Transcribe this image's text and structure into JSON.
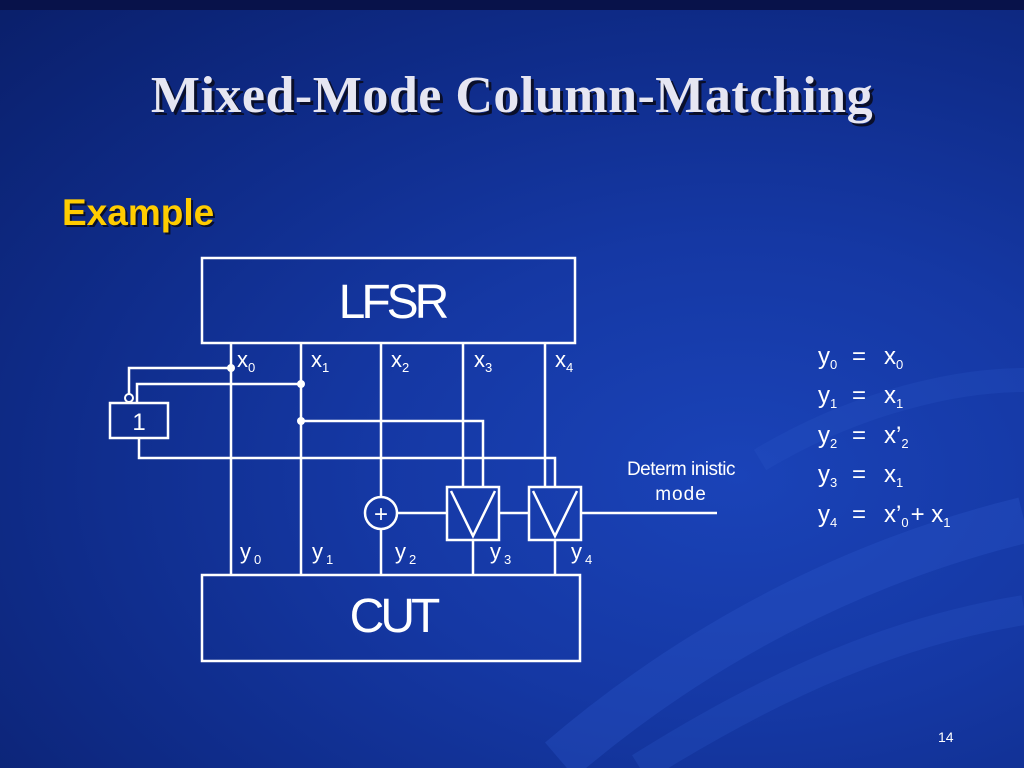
{
  "slide": {
    "title": "Mixed-Mode Column-Matching",
    "subtitle": "Example",
    "page_number": "14"
  },
  "diagram": {
    "lfsr_label": "LFSR",
    "cut_label": "CUT",
    "inverter_label": "1",
    "xor_symbol": "+",
    "deterministic_label_line1": "Determ inistic",
    "deterministic_label_line2": "mode",
    "inputs": [
      {
        "base": "x",
        "sub": "0"
      },
      {
        "base": "x",
        "sub": "1"
      },
      {
        "base": "x",
        "sub": "2"
      },
      {
        "base": "x",
        "sub": "3"
      },
      {
        "base": "x",
        "sub": "4"
      }
    ],
    "outputs": [
      {
        "base": "y",
        "sub": "0"
      },
      {
        "base": "y",
        "sub": "1"
      },
      {
        "base": "y",
        "sub": "2"
      },
      {
        "base": "y",
        "sub": "3"
      },
      {
        "base": "y",
        "sub": "4"
      }
    ]
  },
  "equations": [
    {
      "lhs": "y",
      "lhs_sub": "0",
      "eq": "=",
      "rhs": "x",
      "rhs_sub": "0",
      "extra": "",
      "extra_sub": ""
    },
    {
      "lhs": "y",
      "lhs_sub": "1",
      "eq": "=",
      "rhs": "x",
      "rhs_sub": "1",
      "extra": "",
      "extra_sub": ""
    },
    {
      "lhs": "y",
      "lhs_sub": "2",
      "eq": "=",
      "rhs": "x’",
      "rhs_sub": "2",
      "extra": "",
      "extra_sub": ""
    },
    {
      "lhs": "y",
      "lhs_sub": "3",
      "eq": "=",
      "rhs": "x",
      "rhs_sub": "1",
      "extra": "",
      "extra_sub": ""
    },
    {
      "lhs": "y",
      "lhs_sub": "4",
      "eq": "=",
      "rhs": "x’",
      "rhs_sub": "0",
      "extra": "+ x",
      "extra_sub": "1"
    }
  ]
}
